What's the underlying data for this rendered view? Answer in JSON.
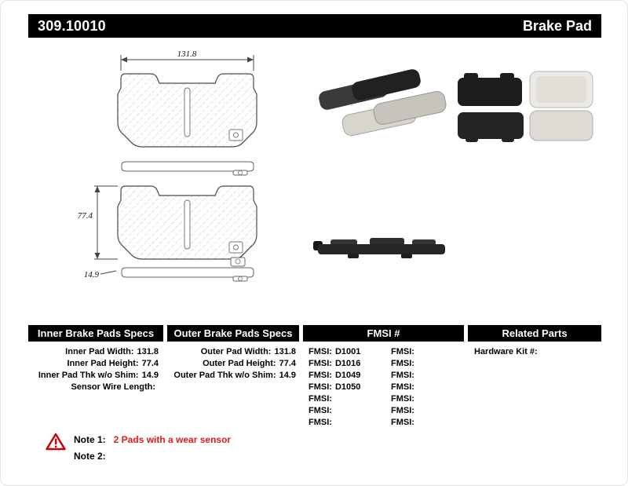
{
  "header": {
    "part_number": "309.10010",
    "category": "Brake Pad"
  },
  "drawings": {
    "width_dim": "131.8",
    "height_dim": "77.4",
    "thickness_dim": "14.9"
  },
  "specs_table": {
    "inner": {
      "header": "Inner Brake Pads Specs",
      "rows": [
        {
          "label": "Inner Pad Width:",
          "value": "131.8"
        },
        {
          "label": "Inner Pad Height:",
          "value": "77.4"
        },
        {
          "label": "Inner Pad Thk w/o Shim:",
          "value": "14.9"
        },
        {
          "label": "Sensor Wire Length:",
          "value": ""
        }
      ]
    },
    "outer": {
      "header": "Outer Brake Pads Specs",
      "rows": [
        {
          "label": "Outer Pad Width:",
          "value": "131.8"
        },
        {
          "label": "Outer Pad Height:",
          "value": "77.4"
        },
        {
          "label": "Outer Pad Thk w/o Shim:",
          "value": "14.9"
        }
      ]
    },
    "fmsi": {
      "header": "FMSI #",
      "left_rows": [
        {
          "label": "FMSI:",
          "value": "D1001"
        },
        {
          "label": "FMSI:",
          "value": "D1016"
        },
        {
          "label": "FMSI:",
          "value": "D1049"
        },
        {
          "label": "FMSI:",
          "value": "D1050"
        },
        {
          "label": "FMSI:",
          "value": ""
        },
        {
          "label": "FMSI:",
          "value": ""
        },
        {
          "label": "FMSI:",
          "value": ""
        }
      ],
      "right_rows": [
        {
          "label": "FMSI:",
          "value": ""
        },
        {
          "label": "FMSI:",
          "value": ""
        },
        {
          "label": "FMSI:",
          "value": ""
        },
        {
          "label": "FMSI:",
          "value": ""
        },
        {
          "label": "FMSI:",
          "value": ""
        },
        {
          "label": "FMSI:",
          "value": ""
        },
        {
          "label": "FMSI:",
          "value": ""
        }
      ]
    },
    "related": {
      "header": "Related Parts",
      "rows": [
        {
          "label": "Hardware Kit #:",
          "value": ""
        }
      ]
    }
  },
  "notes": {
    "note1_label": "Note 1:",
    "note1_text": "2 Pads with a wear sensor",
    "note2_label": "Note 2:",
    "note2_text": ""
  },
  "colors": {
    "header_bg": "#000000",
    "note_red": "#e31b1b"
  }
}
